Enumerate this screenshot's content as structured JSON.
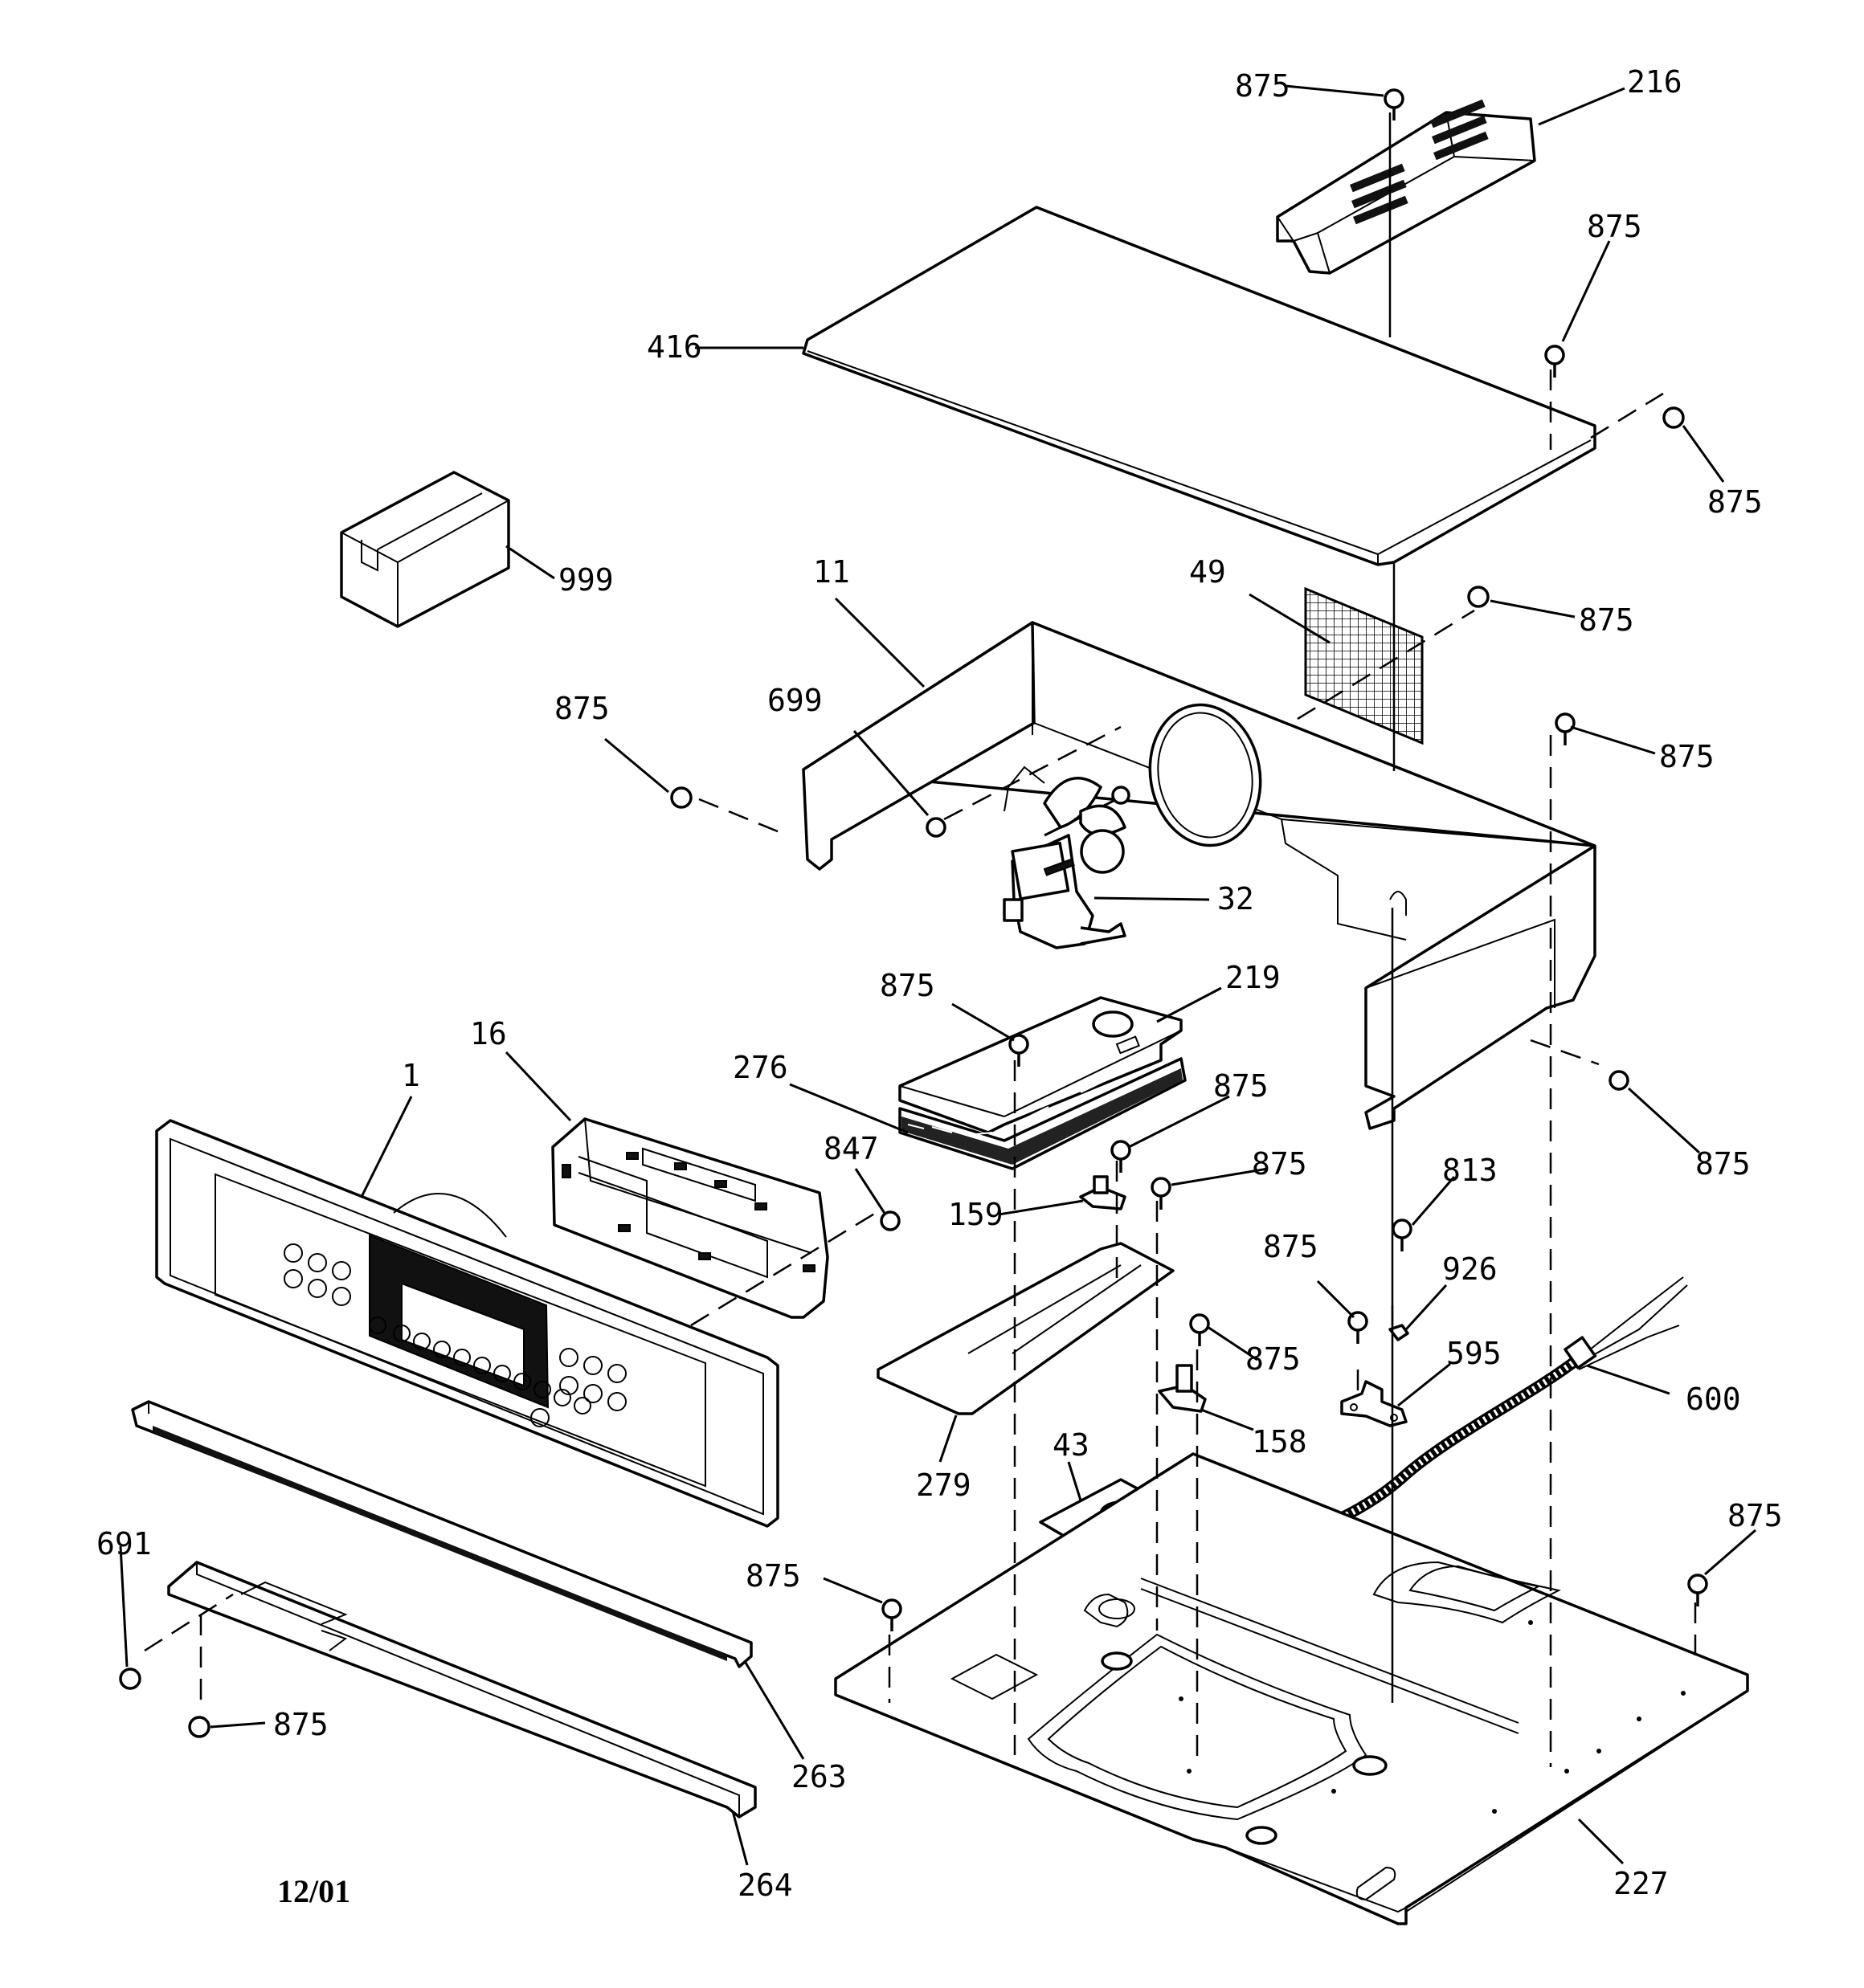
{
  "date_code": "12/01",
  "parts": [
    {
      "id": "p875a",
      "number": "875"
    },
    {
      "id": "p216",
      "number": "216"
    },
    {
      "id": "p875b",
      "number": "875"
    },
    {
      "id": "p416",
      "number": "416"
    },
    {
      "id": "p875c",
      "number": "875"
    },
    {
      "id": "p999",
      "number": "999"
    },
    {
      "id": "p11",
      "number": "11"
    },
    {
      "id": "p49",
      "number": "49"
    },
    {
      "id": "p875d",
      "number": "875"
    },
    {
      "id": "p875e",
      "number": "875"
    },
    {
      "id": "p699",
      "number": "699"
    },
    {
      "id": "p875f",
      "number": "875"
    },
    {
      "id": "p32",
      "number": "32"
    },
    {
      "id": "p875g",
      "number": "875"
    },
    {
      "id": "p219",
      "number": "219"
    },
    {
      "id": "p16",
      "number": "16"
    },
    {
      "id": "p276",
      "number": "276"
    },
    {
      "id": "p1",
      "number": "1"
    },
    {
      "id": "p875h",
      "number": "875"
    },
    {
      "id": "p875i",
      "number": "875"
    },
    {
      "id": "p847",
      "number": "847"
    },
    {
      "id": "p875j",
      "number": "875"
    },
    {
      "id": "p813",
      "number": "813"
    },
    {
      "id": "p159",
      "number": "159"
    },
    {
      "id": "p875k",
      "number": "875"
    },
    {
      "id": "p926",
      "number": "926"
    },
    {
      "id": "p875l",
      "number": "875"
    },
    {
      "id": "p595",
      "number": "595"
    },
    {
      "id": "p600",
      "number": "600"
    },
    {
      "id": "p158",
      "number": "158"
    },
    {
      "id": "p279",
      "number": "279"
    },
    {
      "id": "p43",
      "number": "43"
    },
    {
      "id": "p691",
      "number": "691"
    },
    {
      "id": "p875m",
      "number": "875"
    },
    {
      "id": "p875n",
      "number": "875"
    },
    {
      "id": "p875o",
      "number": "875"
    },
    {
      "id": "p263",
      "number": "263"
    },
    {
      "id": "p264",
      "number": "264"
    },
    {
      "id": "p227",
      "number": "227"
    }
  ]
}
